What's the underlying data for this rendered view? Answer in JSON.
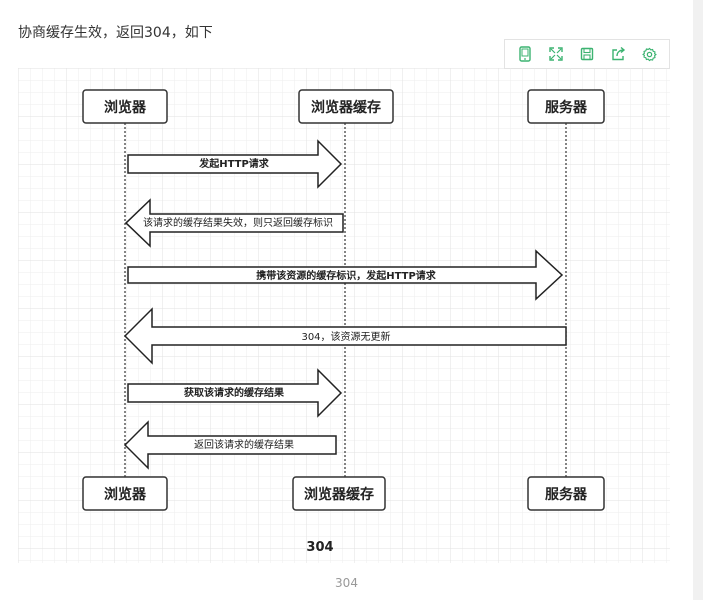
{
  "intro_text": "协商缓存生效，返回304，如下",
  "toolbar": {
    "icons": [
      "mobile-icon",
      "fullscreen-icon",
      "save-icon",
      "share-icon",
      "settings-icon"
    ],
    "accent_color": "#3cb371"
  },
  "diagram": {
    "actors_top": [
      "浏览器",
      "浏览器缓存",
      "服务器"
    ],
    "actors_bottom": [
      "浏览器",
      "浏览器缓存",
      "服务器"
    ],
    "messages": [
      "发起HTTP请求",
      "该请求的缓存结果失效，则只返回缓存标识",
      "携带该资源的缓存标识，发起HTTP请求",
      "304，该资源无更新",
      "获取该请求的缓存结果",
      "返回该请求的缓存结果"
    ],
    "title": "304"
  },
  "caption": "304"
}
